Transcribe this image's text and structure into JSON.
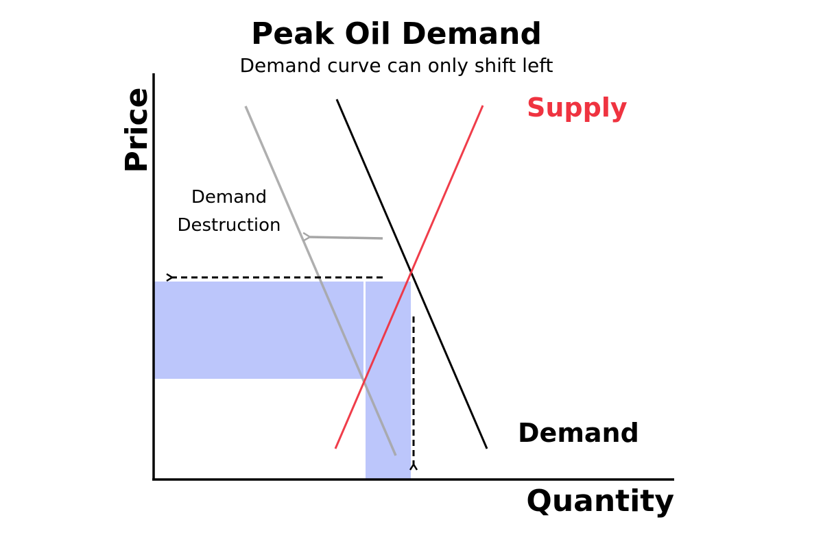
{
  "title": "Peak Oil Demand",
  "subtitle": "Demand curve can only shift left",
  "axes": {
    "y_label": "Price",
    "x_label": "Quantity"
  },
  "labels": {
    "supply": "Supply",
    "demand": "Demand",
    "annotation_line1": "Demand",
    "annotation_line2": "Destruction"
  },
  "colors": {
    "supply": "#ef3340",
    "demand": "#000000",
    "shifted_demand": "#a6a6a6",
    "shaded_region": "#bcc6fb",
    "axis": "#000000"
  }
}
